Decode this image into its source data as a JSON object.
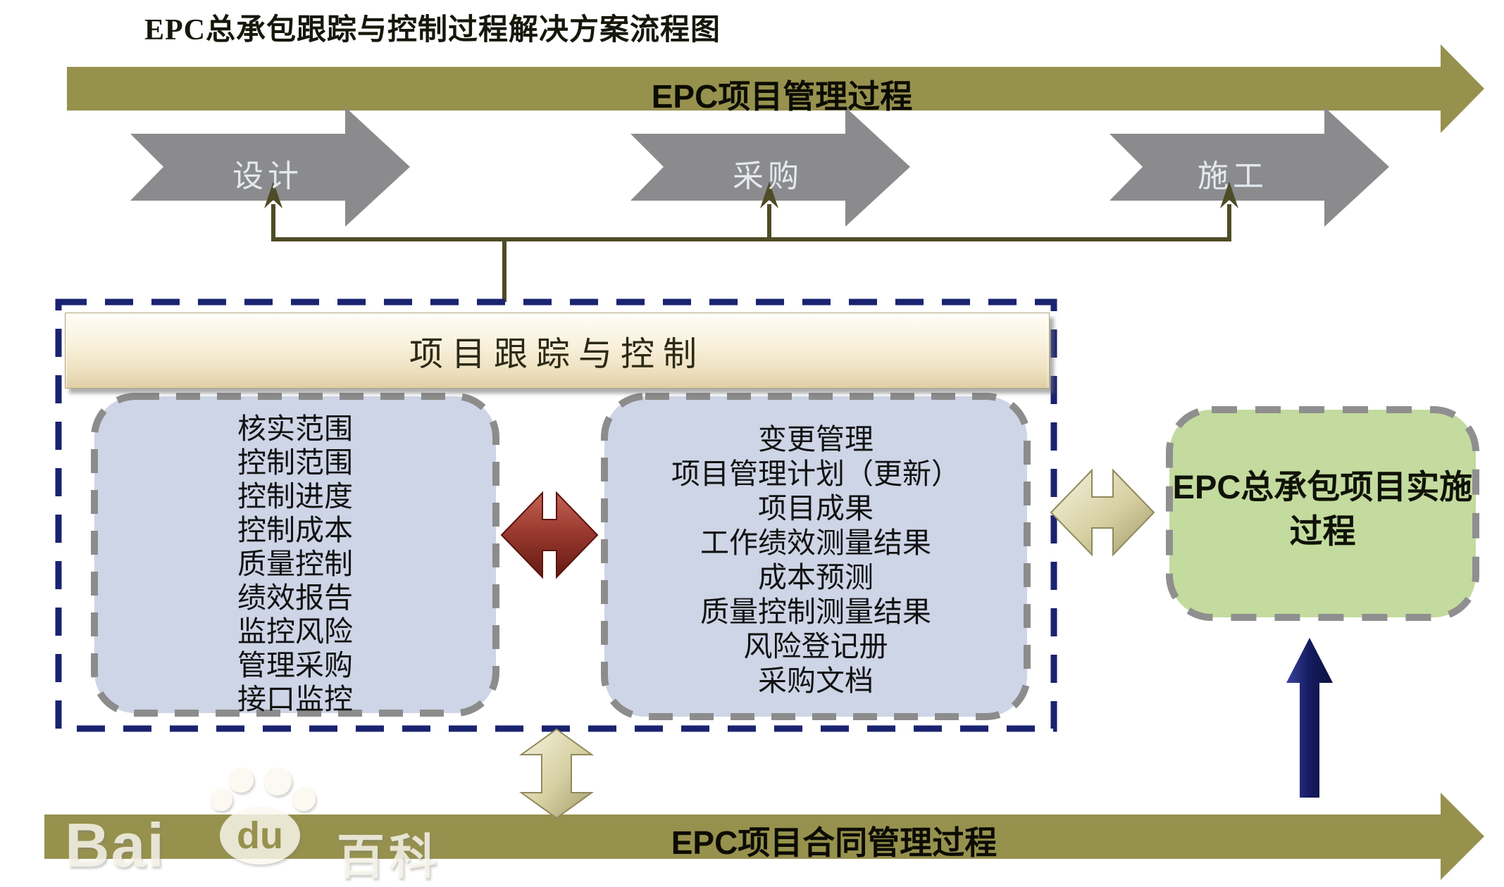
{
  "title": "EPC总承包跟踪与控制过程解决方案流程图",
  "top_banner": {
    "label": "EPC项目管理过程"
  },
  "phases": [
    {
      "label": "设计"
    },
    {
      "label": "采购"
    },
    {
      "label": "施工"
    }
  ],
  "tracking": {
    "header": "项目跟踪与控制",
    "monitor_items": [
      "核实范围",
      "控制范围",
      "控制进度",
      "控制成本",
      "质量控制",
      "绩效报告",
      "监控风险",
      "管理采购",
      "接口监控"
    ],
    "output_items": [
      "变更管理",
      "项目管理计划（更新）",
      "项目成果",
      "工作绩效测量结果",
      "成本预测",
      "质量控制测量结果",
      "风险登记册",
      "采购文档"
    ]
  },
  "implementation": {
    "label": "EPC总承包项目实施过程"
  },
  "bottom_banner": {
    "label": "EPC项目合同管理过程"
  },
  "watermark": {
    "bai": "Bai",
    "du": "du",
    "baike": "百科"
  },
  "colors": {
    "banner_olive": "#97914e",
    "connector_olive": "#4e4c26",
    "phase_arrow_gray": "#8b8b8d",
    "dashed_box_navy": "#1a2370",
    "inner_box_blue": "#cdd5e6",
    "inner_box_border_gray": "#8c8c8c",
    "header_cream": "#f8f0da",
    "red_arrow": "#9c3a30",
    "tan_arrow": "#d6d0a2",
    "green_box": "#c3db9e",
    "navy_arrow": "#141b5e"
  }
}
